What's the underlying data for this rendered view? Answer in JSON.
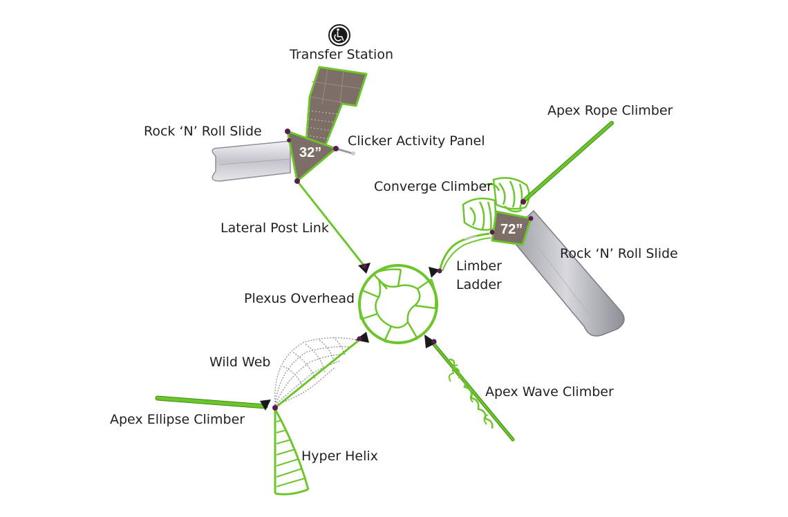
{
  "labels": {
    "transfer_station": "Transfer Station",
    "rock_roll_slide_left": "Rock ‘N’ Roll Slide",
    "clicker_activity_panel": "Clicker Activity Panel",
    "lateral_post_link": "Lateral Post Link",
    "apex_rope_climber": "Apex Rope Climber",
    "converge_climber": "Converge Climber",
    "rock_roll_slide_right": "Rock ‘N’ Roll Slide",
    "limber_ladder_line1": "Limber",
    "limber_ladder_line2": "Ladder",
    "plexus_overhead": "Plexus Overhead",
    "wild_web": "Wild Web",
    "apex_wave_climber": "Apex Wave Climber",
    "apex_ellipse_climber": "Apex Ellipse Climber",
    "hyper_helix": "Hyper Helix"
  },
  "deck_heights": {
    "left_deck": "32”",
    "right_deck": "72”"
  },
  "icons": {
    "accessibility": "wheelchair-accessibility-icon"
  },
  "colors": {
    "structure_green": "#6cc52a",
    "structure_green_dark": "#3f8a12",
    "deck_brown": "#7d6e68",
    "slide_silver": "#c9c9cf",
    "post_connector": "#5a1a52",
    "clamp_black": "#1a1a1a",
    "web_grey": "#8a8a8a"
  }
}
